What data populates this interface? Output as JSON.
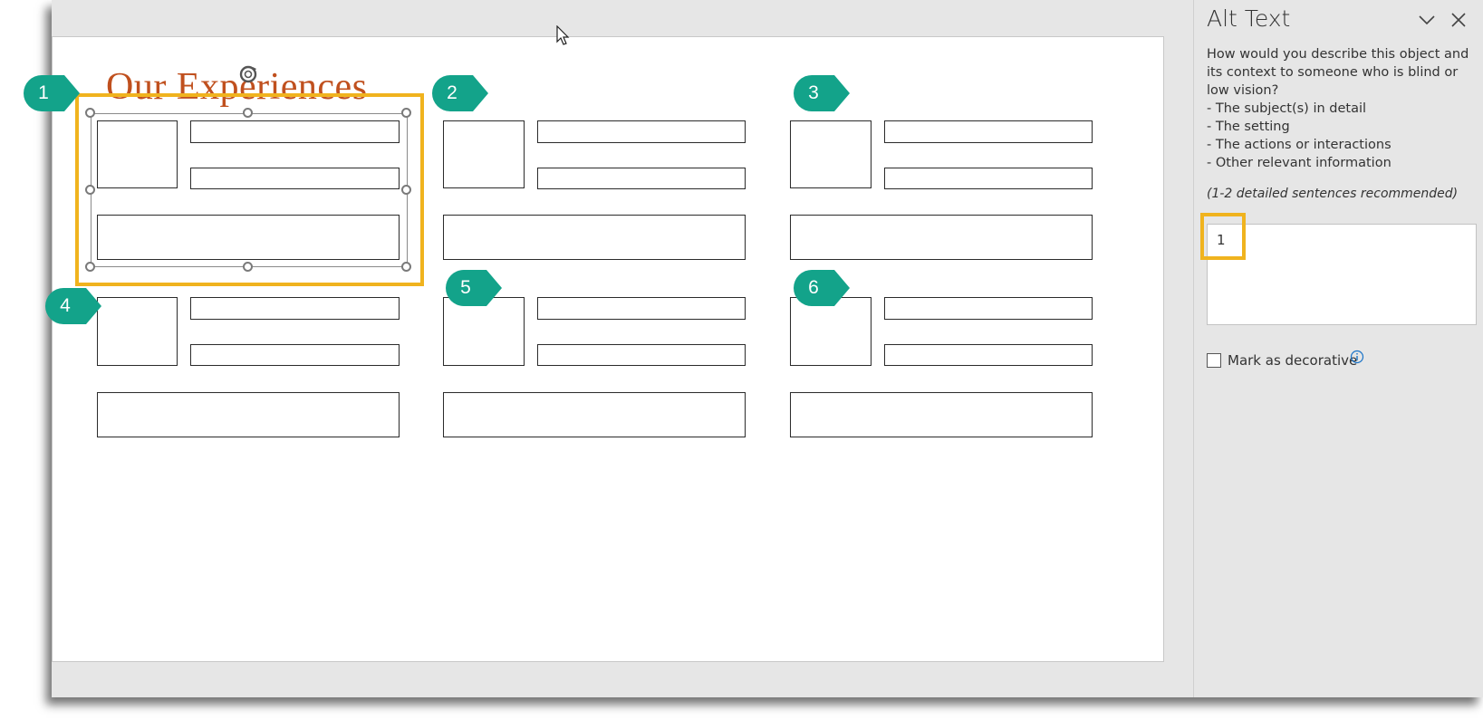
{
  "slide": {
    "title": "Our Experiences"
  },
  "markers": [
    "1",
    "2",
    "3",
    "4",
    "5",
    "6"
  ],
  "alt_text_pane": {
    "title": "Alt Text",
    "description_lines": [
      "How would you describe this object and its context to someone who is blind or low vision?",
      "- The subject(s) in detail",
      "- The setting",
      "- The actions or interactions",
      "- Other relevant information"
    ],
    "hint": "(1-2 detailed sentences recommended)",
    "input_value": "1",
    "decorative_label": "Mark as decorative",
    "decorative_checked": false
  },
  "colors": {
    "marker": "#13a38a",
    "highlight": "#f0b31e",
    "title": "#c0501e"
  },
  "icons": [
    "rotate-icon",
    "chevron-down-icon",
    "close-icon",
    "info-icon",
    "mouse-pointer-icon"
  ]
}
